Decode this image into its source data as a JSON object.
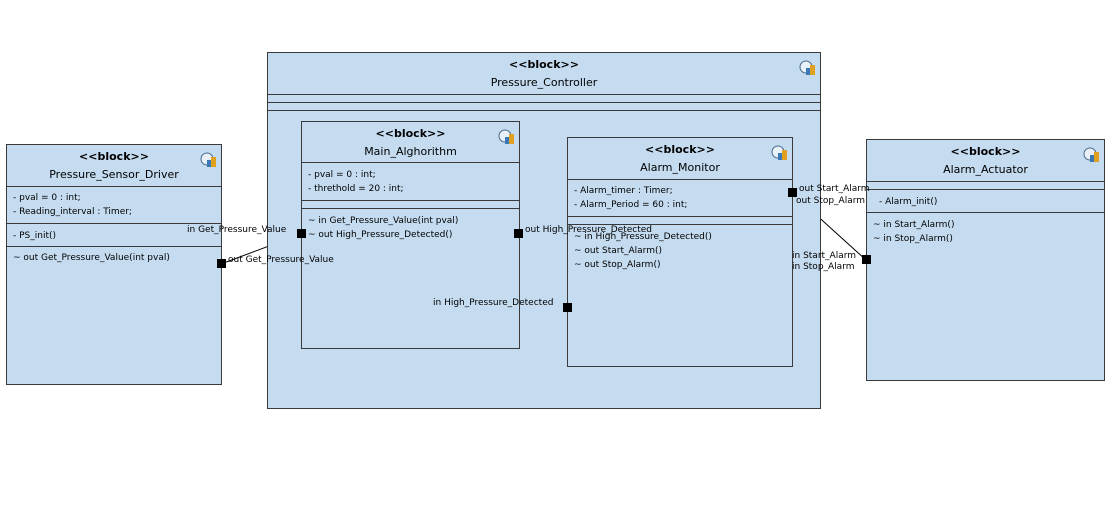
{
  "blocks": {
    "sensor": {
      "stereotype": "<<block>>",
      "name": "Pressure_Sensor_Driver",
      "attributes": [
        "- pval = 0 : int;",
        "- Reading_interval : Timer;"
      ],
      "operations": [
        "- PS_init()"
      ],
      "flows": [
        "~ out Get_Pressure_Value(int pval)"
      ]
    },
    "controller": {
      "stereotype": "<<block>>",
      "name": "Pressure_Controller"
    },
    "main": {
      "stereotype": "<<block>>",
      "name": "Main_Alghorithm",
      "attributes": [
        "- pval = 0 : int;",
        "- threthold = 20 : int;"
      ],
      "flows": [
        "~ in Get_Pressure_Value(int pval)",
        "~ out High_Pressure_Detected()"
      ]
    },
    "monitor": {
      "stereotype": "<<block>>",
      "name": "Alarm_Monitor",
      "attributes": [
        "- Alarm_timer : Timer;",
        "- Alarm_Period = 60 : int;"
      ],
      "flows": [
        "~ in High_Pressure_Detected()",
        "~ out Start_Alarm()",
        "~ out Stop_Alarm()"
      ]
    },
    "actuator": {
      "stereotype": "<<block>>",
      "name": "Alarm_Actuator",
      "operations": [
        "- Alarm_init()"
      ],
      "flows": [
        "~ in Start_Alarm()",
        "~ in Stop_Alarm()"
      ]
    }
  },
  "ports": {
    "sensor_out": "out Get_Pressure_Value",
    "main_in": "in Get_Pressure_Value",
    "main_out": "out High_Pressure_Detected",
    "monitor_in": "in High_Pressure_Detected",
    "monitor_out_start": "out Start_Alarm",
    "monitor_out_stop": "out Stop_Alarm",
    "actuator_in_start": "in Start_Alarm",
    "actuator_in_stop": "in Stop_Alarm"
  },
  "icon": "block-model-icon"
}
